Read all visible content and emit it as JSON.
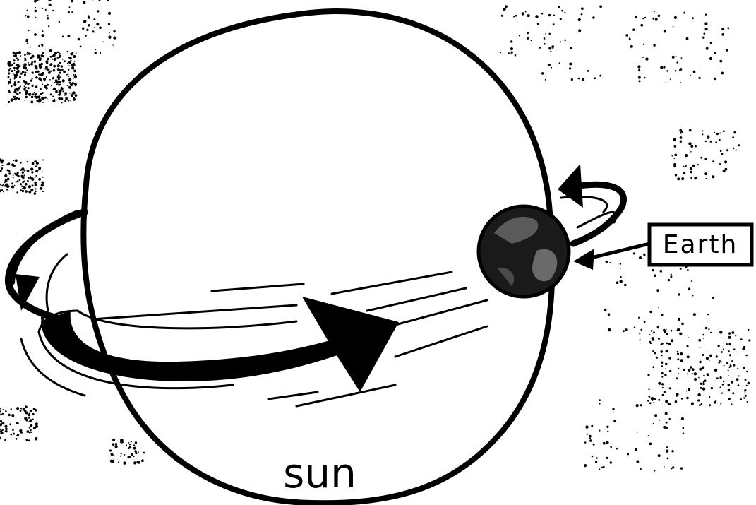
{
  "labels": {
    "sun": "sun",
    "earth": "Earth"
  },
  "colors": {
    "ink": "#000000",
    "paper": "#ffffff"
  },
  "objects": {
    "sun": "large-circle",
    "earth": "small-dark-sphere",
    "orbit_arrow": "curved-arrow-around-sun",
    "spin_arrow": "curved-arrow-around-earth",
    "pointer_arrow": "arrow-label-to-earth"
  }
}
